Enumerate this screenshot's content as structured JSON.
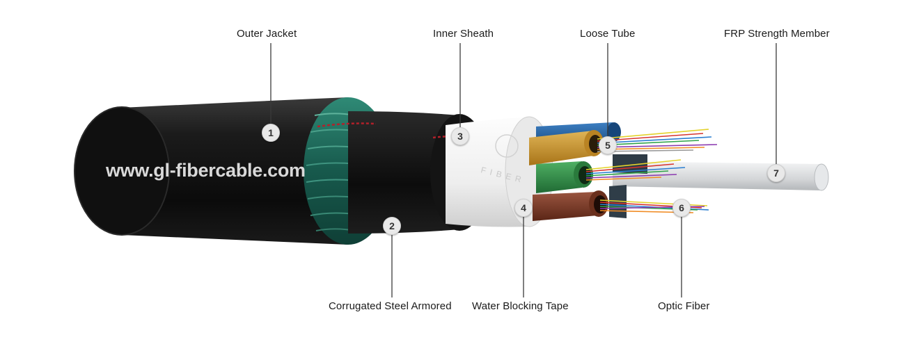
{
  "watermark": "www.gl-fibercable.com",
  "tape_print": "FIBER",
  "components": [
    {
      "number": "1",
      "label": "Outer Jacket"
    },
    {
      "number": "2",
      "label": "Corrugated Steel Armored"
    },
    {
      "number": "3",
      "label": "Inner Sheath"
    },
    {
      "number": "4",
      "label": "Water Blocking Tape"
    },
    {
      "number": "5",
      "label": "Loose Tube"
    },
    {
      "number": "6",
      "label": "Optic Fiber"
    },
    {
      "number": "7",
      "label": "FRP Strength Member"
    }
  ],
  "colors": {
    "jacket": "#141414",
    "armor": "#1f6b5c",
    "inner_sheath_stripe": "#b3202a",
    "water_tape": "#f2f2f2",
    "strength_member": "#d8dadc",
    "tube_orange": "#c9962e",
    "tube_blue": "#1f5f9e",
    "tube_green": "#2f8a45",
    "tube_brown": "#7a3a26"
  }
}
